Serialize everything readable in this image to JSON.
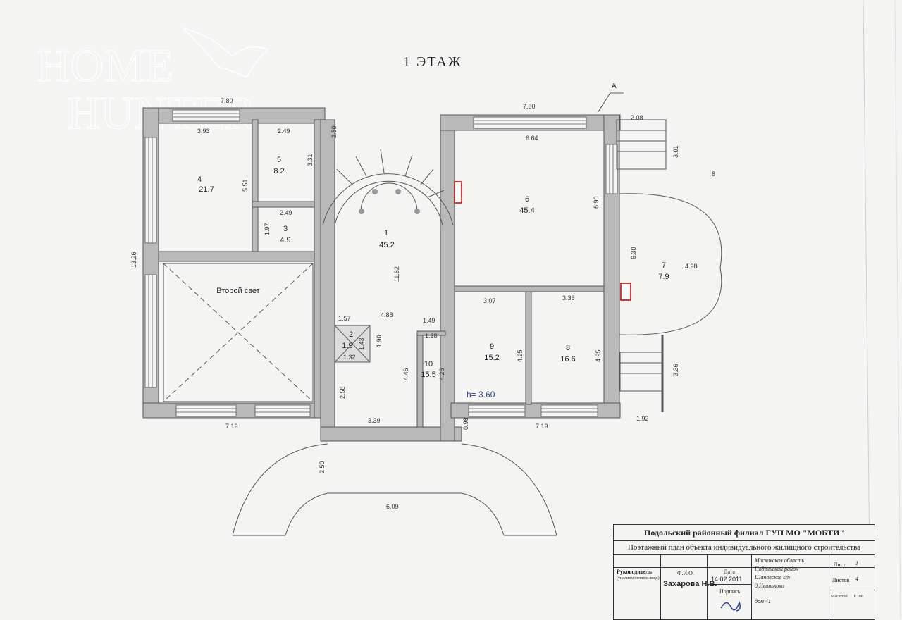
{
  "plan": {
    "title": "1 ЭТАЖ",
    "axis_label": "A",
    "watermark": {
      "line1": "HOME",
      "line2": "HUNTER"
    },
    "height_note": "h= 3.60",
    "second_light": "Второй свет",
    "rooms": [
      {
        "num": "1",
        "area": "45.2"
      },
      {
        "num": "2",
        "area": "1.9"
      },
      {
        "num": "3",
        "area": "4.9"
      },
      {
        "num": "4",
        "area": "21.7"
      },
      {
        "num": "5",
        "area": "8.2"
      },
      {
        "num": "6",
        "area": "45.4"
      },
      {
        "num": "7",
        "area": "7.9"
      },
      {
        "num": "8",
        "area": "16.6"
      },
      {
        "num": "9",
        "area": "15.2"
      },
      {
        "num": "10",
        "area": "15.5"
      }
    ],
    "dims": {
      "d780a": "7.80",
      "d393": "3.93",
      "d249a": "2.49",
      "d250a": "2.50",
      "d551": "5.51",
      "d331": "3.31",
      "d249b": "2.49",
      "d197": "1.97",
      "d1326": "13.26",
      "d1182": "11.82",
      "d157": "1.57",
      "d488": "4.88",
      "d149": "1.49",
      "d128": "1.28",
      "d143": "1.43",
      "d132": "1.32",
      "d190": "1.90",
      "d446": "4.46",
      "d426": "4.26",
      "d258": "2.58",
      "d339": "3.39",
      "d719a": "7.19",
      "d098": "0.98",
      "d780b": "7.80",
      "d664": "6.64",
      "d208": "2.08",
      "d301": "3.01",
      "d690": "6.90",
      "d630": "6.30",
      "d498": "4.98",
      "d307": "3.07",
      "d336a": "3.36",
      "d495a": "4.95",
      "d495b": "4.95",
      "d719b": "7.19",
      "d192": "1.92",
      "d336b": "3.36",
      "d250b": "2.50",
      "d609": "6.09",
      "d8": "8"
    }
  },
  "stamp": {
    "org": "Подольский районный филиал ГУП МО \"МОБТИ\"",
    "doc": "Поэтажный план объекта индивидуального жилищного строительства",
    "head_label": "Руководитель",
    "head_sub": "(уполномоченное лицо)",
    "fio_label": "Ф.И.О.",
    "fio": "Захарова Н.В.",
    "date_label": "Дата",
    "date": "14.02.2011",
    "sign_label": "Подпись",
    "address": [
      "Московская область",
      "Подольский район",
      "Щаповское с/п",
      "д.Иваньково",
      "дом 41"
    ],
    "sheet_label": "Лист",
    "sheet_value": "1",
    "sheets_label": "Листов",
    "sheets_value": "4",
    "scale_label": "Масштаб",
    "scale_value": "1:100"
  }
}
